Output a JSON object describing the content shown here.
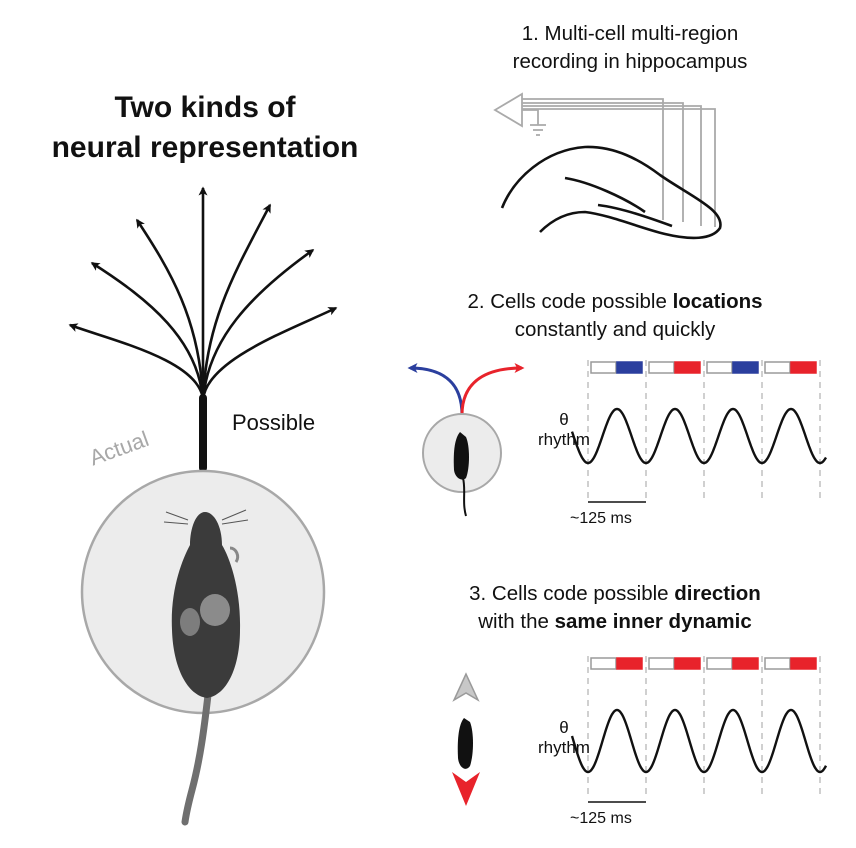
{
  "title": {
    "line1": "Two kinds of",
    "line2": "neural representation"
  },
  "labels": {
    "possible": "Possible",
    "actual": "Actual"
  },
  "step1": {
    "line1": "1.  Multi-cell multi-region",
    "line2": "recording in hippocampus"
  },
  "step2": {
    "prefix": "2. Cells code possible ",
    "bold": "locations",
    "line2": "constantly and quickly"
  },
  "step3": {
    "prefix": "3. Cells code possible ",
    "bold": "direction",
    "line2_prefix": "with the ",
    "line2_bold": "same inner dynamic"
  },
  "theta": {
    "symbol": "θ",
    "word": "rhythm"
  },
  "scale_label": "~125 ms",
  "colors": {
    "red": "#e8232b",
    "blue": "#2b3f9e",
    "gray": "#b8b8b8",
    "circle_fill": "#ececec",
    "circle_stroke": "#a8a8a8"
  },
  "sequences": {
    "locations": [
      [
        "empty",
        "blue"
      ],
      [
        "empty",
        "red"
      ],
      [
        "empty",
        "blue"
      ],
      [
        "empty",
        "red"
      ]
    ],
    "direction": [
      [
        "empty",
        "red"
      ],
      [
        "empty",
        "red"
      ],
      [
        "empty",
        "red"
      ],
      [
        "empty",
        "red"
      ]
    ]
  }
}
